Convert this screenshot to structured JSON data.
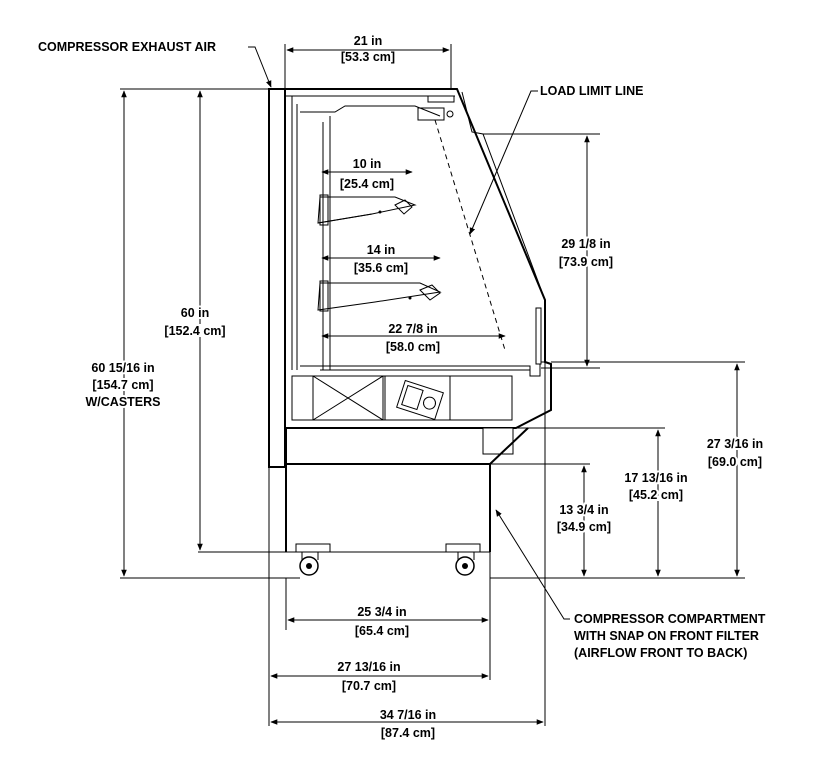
{
  "callouts": {
    "compressor_exhaust": "COMPRESSOR EXHAUST AIR",
    "load_limit": "LOAD LIMIT LINE",
    "compartment_line1": "COMPRESSOR COMPARTMENT",
    "compartment_line2": "WITH SNAP ON FRONT FILTER",
    "compartment_line3": "(AIRFLOW FRONT TO BACK)"
  },
  "dimensions": {
    "top_width": {
      "imperial": "21 in",
      "metric": "[53.3 cm]"
    },
    "shelf_upper": {
      "imperial": "10 in",
      "metric": "[25.4 cm]"
    },
    "shelf_lower": {
      "imperial": "14 in",
      "metric": "[35.6 cm]"
    },
    "deck_depth": {
      "imperial": "22 7/8 in",
      "metric": "[58.0 cm]"
    },
    "height_body": {
      "imperial": "60 in",
      "metric": "[152.4 cm]"
    },
    "height_casters": {
      "imperial": "60 15/16 in",
      "metric": "[154.7 cm]",
      "note": "W/CASTERS"
    },
    "opening_height": {
      "imperial": "29 1/8 in",
      "metric": "[73.9 cm]"
    },
    "deck_height": {
      "imperial": "27 3/16 in",
      "metric": "[69.0 cm]"
    },
    "base_top_height": {
      "imperial": "17 13/16 in",
      "metric": "[45.2 cm]"
    },
    "compartment_height": {
      "imperial": "13 3/4 in",
      "metric": "[34.9 cm]"
    },
    "base_width": {
      "imperial": "25 3/4 in",
      "metric": "[65.4 cm]"
    },
    "compartment_width": {
      "imperial": "27 13/16 in",
      "metric": "[70.7 cm]"
    },
    "overall_depth": {
      "imperial": "34 7/16 in",
      "metric": "[87.4 cm]"
    }
  }
}
